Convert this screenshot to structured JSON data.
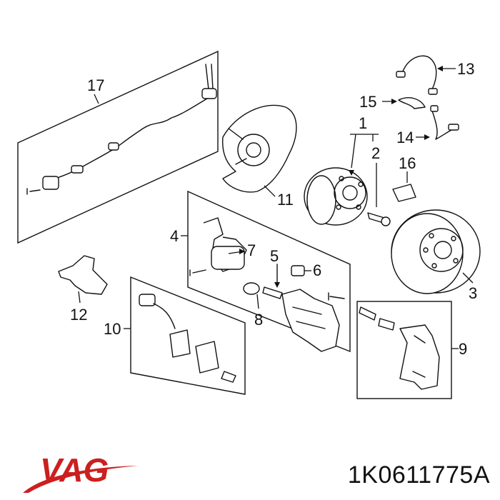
{
  "callouts": [
    "1",
    "2",
    "3",
    "4",
    "5",
    "6",
    "7",
    "8",
    "9",
    "10",
    "11",
    "12",
    "13",
    "14",
    "15",
    "16",
    "17"
  ],
  "brand": {
    "logo_text": "VAG",
    "logo_color": "#cc1f1f",
    "swoosh_color": "#cc1f1f"
  },
  "part_number": "1K0611775A"
}
